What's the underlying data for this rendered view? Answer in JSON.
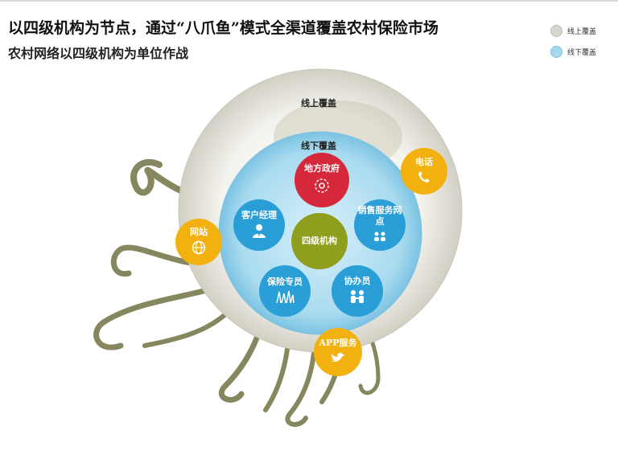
{
  "header": {
    "title": "以四级机构为节点，通过“八爪鱼”模式全渠道覆盖农村保险市场",
    "subtitle": "农村网络以四级机构为单位作战"
  },
  "legend": [
    {
      "label": "线上覆盖",
      "color": "#d8d6cc"
    },
    {
      "label": "线下覆盖",
      "color": "#a8d8ec"
    }
  ],
  "diagram": {
    "outer_ring_label": "线上覆盖",
    "inner_ring_label": "线下覆盖",
    "center": {
      "label": "四级机构",
      "color": "#8f9e1c"
    },
    "offline_nodes": [
      {
        "key": "local-government",
        "label": "地方政府",
        "color": "#d5283a",
        "icon": "gear-network-icon"
      },
      {
        "key": "sales-service-outlet",
        "label": "销售服务网点",
        "color": "#2a9ed6",
        "icon": "people-exchange-icon"
      },
      {
        "key": "assistant",
        "label": "协办员",
        "color": "#2a9ed6",
        "icon": "handshake-people-icon"
      },
      {
        "key": "insurance-specialist",
        "label": "保险专员",
        "color": "#2a9ed6",
        "icon": "grass-icon"
      },
      {
        "key": "account-manager",
        "label": "客户经理",
        "color": "#2a9ed6",
        "icon": "businessman-icon"
      }
    ],
    "online_channels": [
      {
        "key": "phone",
        "label": "电话",
        "color": "#f2b10f",
        "icon": "phone-icon"
      },
      {
        "key": "website",
        "label": "网站",
        "color": "#f2b10f",
        "icon": "globe-icon"
      },
      {
        "key": "app",
        "label": "APP服务",
        "color": "#f2b10f",
        "icon": "bird-icon"
      }
    ]
  }
}
